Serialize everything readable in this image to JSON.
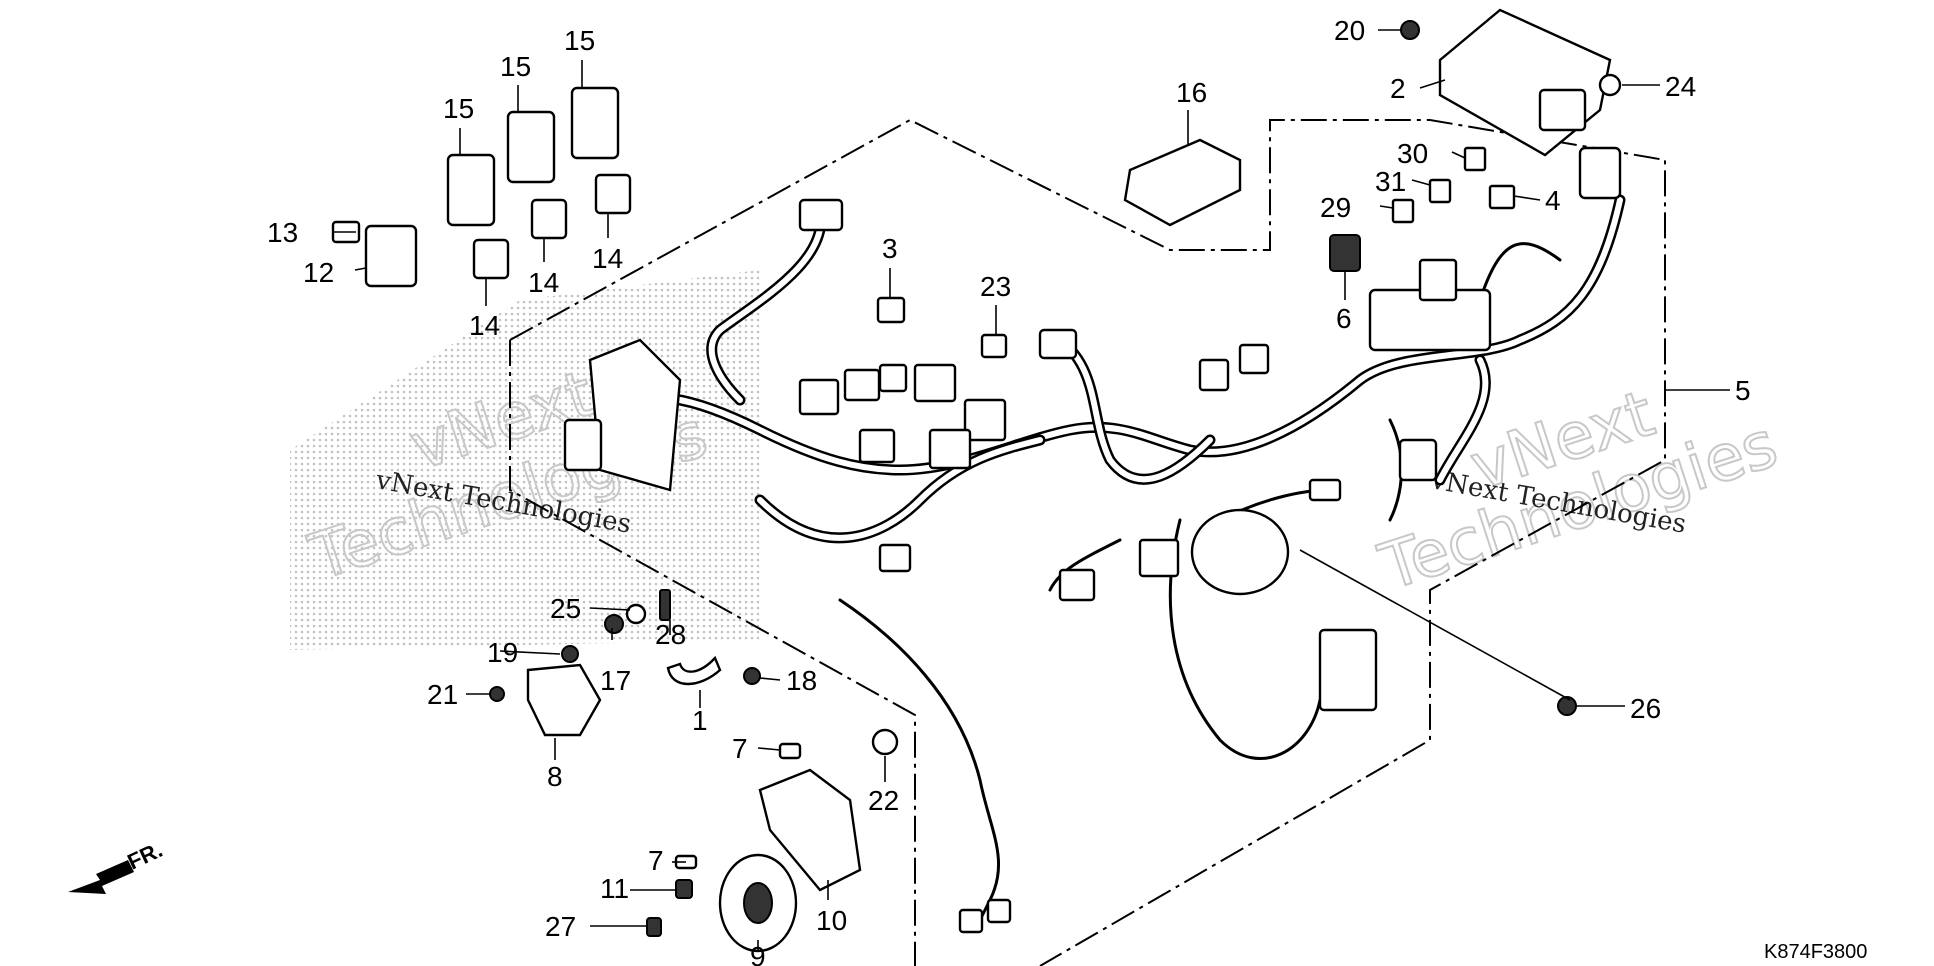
{
  "diagram": {
    "code": "K874F3800",
    "direction_label": "FR.",
    "watermark": {
      "brand_line_1": "vNext",
      "brand_line_2": "Technologies",
      "caption": "vNext Technologies"
    },
    "labels": [
      {
        "id": "1",
        "text": "1"
      },
      {
        "id": "2",
        "text": "2"
      },
      {
        "id": "3",
        "text": "3"
      },
      {
        "id": "4",
        "text": "4"
      },
      {
        "id": "5",
        "text": "5"
      },
      {
        "id": "6",
        "text": "6"
      },
      {
        "id": "7a",
        "text": "7"
      },
      {
        "id": "7b",
        "text": "7"
      },
      {
        "id": "8",
        "text": "8"
      },
      {
        "id": "9",
        "text": "9"
      },
      {
        "id": "10",
        "text": "10"
      },
      {
        "id": "11",
        "text": "11"
      },
      {
        "id": "12",
        "text": "12"
      },
      {
        "id": "13",
        "text": "13"
      },
      {
        "id": "14a",
        "text": "14"
      },
      {
        "id": "14b",
        "text": "14"
      },
      {
        "id": "14c",
        "text": "14"
      },
      {
        "id": "15a",
        "text": "15"
      },
      {
        "id": "15b",
        "text": "15"
      },
      {
        "id": "15c",
        "text": "15"
      },
      {
        "id": "16",
        "text": "16"
      },
      {
        "id": "17",
        "text": "17"
      },
      {
        "id": "18",
        "text": "18"
      },
      {
        "id": "19",
        "text": "19"
      },
      {
        "id": "20",
        "text": "20"
      },
      {
        "id": "21",
        "text": "21"
      },
      {
        "id": "22",
        "text": "22"
      },
      {
        "id": "23",
        "text": "23"
      },
      {
        "id": "24",
        "text": "24"
      },
      {
        "id": "25",
        "text": "25"
      },
      {
        "id": "26",
        "text": "26"
      },
      {
        "id": "27",
        "text": "27"
      },
      {
        "id": "28",
        "text": "28"
      },
      {
        "id": "29",
        "text": "29"
      },
      {
        "id": "30",
        "text": "30"
      },
      {
        "id": "31",
        "text": "31"
      }
    ]
  }
}
